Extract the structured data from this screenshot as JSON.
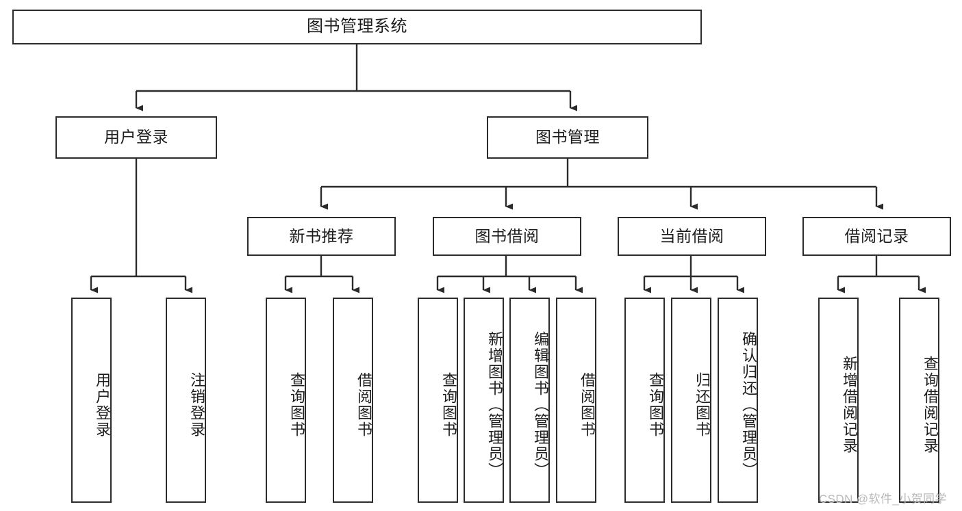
{
  "diagram": {
    "type": "tree",
    "title": "图书管理系统",
    "root": {
      "label": "图书管理系统"
    },
    "level2": [
      {
        "label": "用户登录"
      },
      {
        "label": "图书管理"
      }
    ],
    "level3": [
      {
        "label": "新书推荐"
      },
      {
        "label": "图书借阅"
      },
      {
        "label": "当前借阅"
      },
      {
        "label": "借阅记录"
      }
    ],
    "leaves": {
      "user_login": [
        {
          "label": "用户登录"
        },
        {
          "label": "注销登录"
        }
      ],
      "new_book_recommend": [
        {
          "label": "查询图书"
        },
        {
          "label": "借阅图书"
        }
      ],
      "book_borrow": [
        {
          "label": "查询图书"
        },
        {
          "label": "新增图书（管理员）"
        },
        {
          "label": "编辑图书（管理员）"
        },
        {
          "label": "借阅图书"
        }
      ],
      "current_borrow": [
        {
          "label": "查询图书"
        },
        {
          "label": "归还图书"
        },
        {
          "label": "确认归还（管理员）"
        }
      ],
      "borrow_record": [
        {
          "label": "新增借阅记录"
        },
        {
          "label": "查询借阅记录"
        }
      ]
    }
  },
  "watermark": {
    "text": "CSDN @软件_小贺同学"
  },
  "colors": {
    "border": "#2b2b2b",
    "text": "#1d1d1d",
    "background": "#ffffff",
    "watermark": "#b9b9b9"
  }
}
